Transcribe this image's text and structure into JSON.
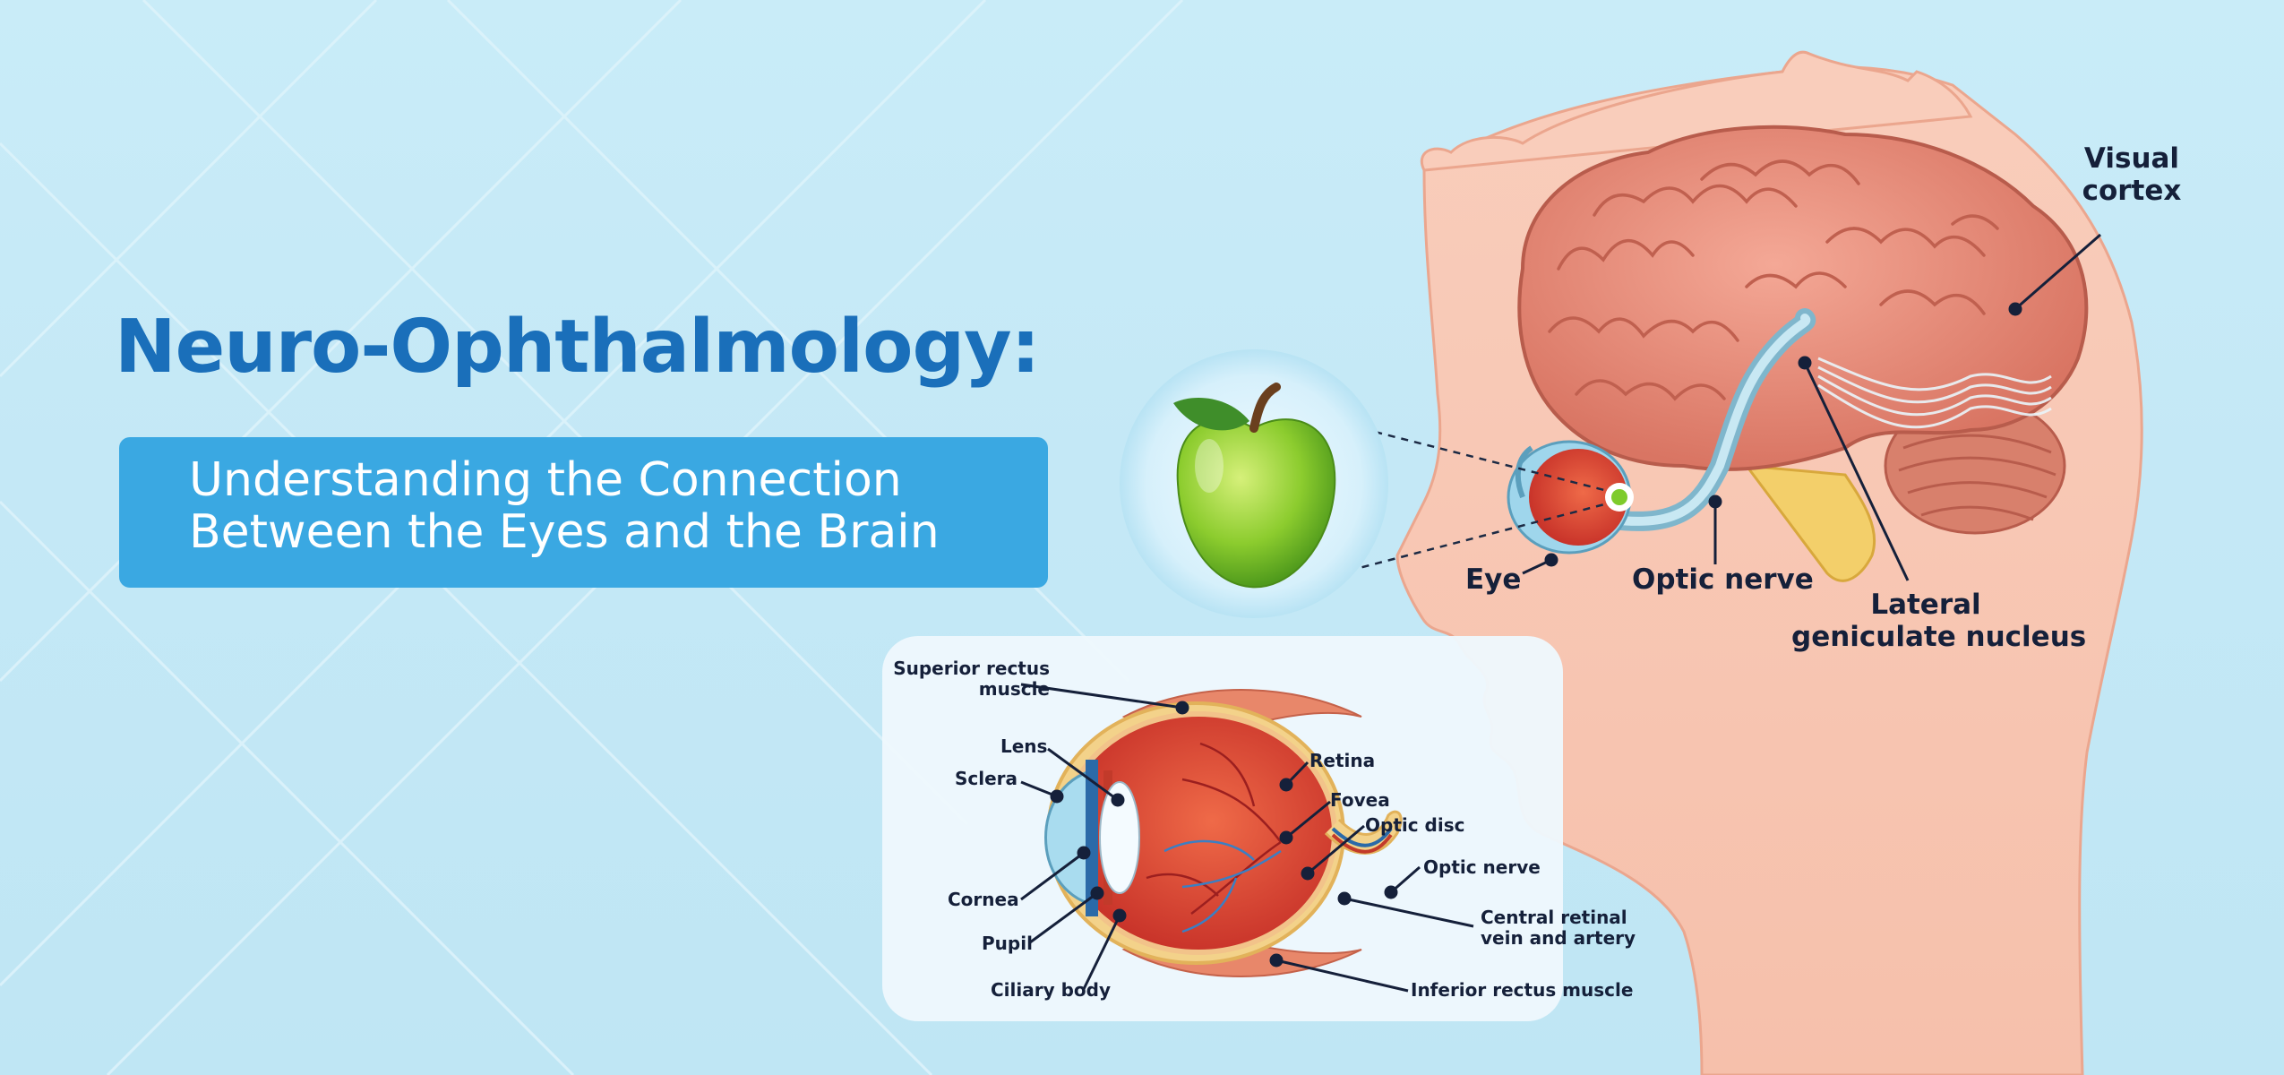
{
  "title": "Neuro-Ophthalmology:",
  "subtitle": {
    "line1": "Understanding the Connection",
    "line2": "Between the Eyes and the Brain"
  },
  "head_labels": {
    "eye": "Eye",
    "optic_nerve": "Optic nerve",
    "lgn_line1": "Lateral",
    "lgn_line2": "geniculate nucleus",
    "visual_cortex_line1": "Visual",
    "visual_cortex_line2": "cortex"
  },
  "eye_labels": {
    "superior_rectus_line1": "Superior rectus",
    "superior_rectus_line2": "muscle",
    "lens": "Lens",
    "sclera": "Sclera",
    "cornea": "Cornea",
    "pupil": "Pupil",
    "ciliary_body": "Ciliary body",
    "retina": "Retina",
    "fovea": "Fovea",
    "optic_disc": "Optic disc",
    "optic_nerve": "Optic nerve",
    "central_retinal_line1": "Central retinal",
    "central_retinal_line2": "vein and artery",
    "inferior_rectus": "Inferior rectus muscle"
  },
  "colors": {
    "title": "#1a6fba",
    "subtitle_box": "#3aa8e2",
    "skin": "#f7c4b0",
    "brain": "#e98b78",
    "label_text": "#15203a",
    "apple": "#8ccc2e"
  }
}
